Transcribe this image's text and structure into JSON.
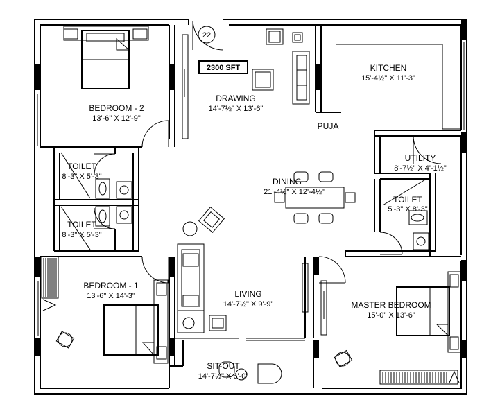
{
  "plan": {
    "area_label": "2300 SFT",
    "unit_number": "22",
    "rooms": [
      {
        "name": "BEDROOM - 2",
        "dim": "13'-6\" X 12'-9\""
      },
      {
        "name": "DRAWING",
        "dim": "14'-7½\" X 13'-6\""
      },
      {
        "name": "KITCHEN",
        "dim": "15'-4½\" X 11'-3\""
      },
      {
        "name": "PUJA",
        "dim": ""
      },
      {
        "name": "UTILITY",
        "dim": "8'-7½\" X 4'-1½\""
      },
      {
        "name": "TOILET",
        "dim": "8'-3\" X 5'-3\""
      },
      {
        "name": "TOILET",
        "dim": "8'-3\" X 5'-3\""
      },
      {
        "name": "DINING",
        "dim": "21'-4½\" X 12'-4½\""
      },
      {
        "name": "TOILET",
        "dim": "5'-3\" X 8'-3\""
      },
      {
        "name": "BEDROOM - 1",
        "dim": "13'-6\" X 14'-3\""
      },
      {
        "name": "LIVING",
        "dim": "14'-7½\" X 9'-9\""
      },
      {
        "name": "MASTER BEDROOM",
        "dim": "15'-0\" X 13'-6\""
      },
      {
        "name": "SIT-OUT",
        "dim": "14'-7½\" X 6'-0\""
      }
    ]
  }
}
